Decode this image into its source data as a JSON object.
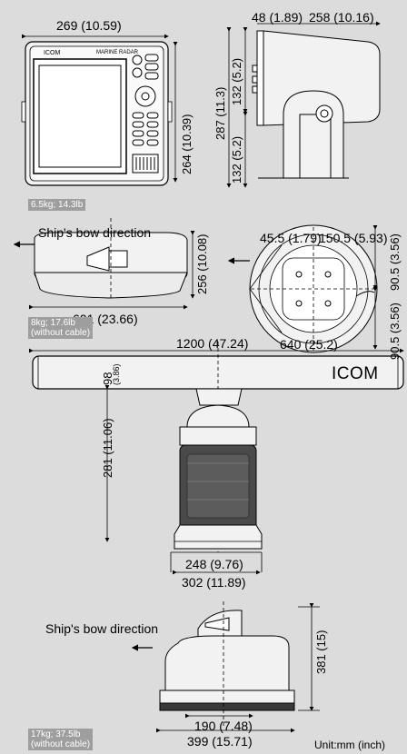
{
  "display_unit": {
    "width": "269 (10.59)",
    "depth_top": "48 (1.89)",
    "depth": "258 (10.16)",
    "height_front": "264 (10.39)",
    "height_total": "287 (11.3)",
    "bracket_top": "132 (5.2)",
    "bracket_bottom": "132 (5.2)",
    "logo": "ICOM",
    "brand_label": "MARINE RADAR",
    "weight": "6.5kg; 14.3lb"
  },
  "radome": {
    "bow_label": "Ship's bow direction",
    "width": "601 (23.66)",
    "height": "256 (10.08)",
    "offset_a": "45.5 (1.79)",
    "offset_b": "150.5 (5.93)",
    "side_a": "90.5 (3.56)",
    "side_b": "90.5 (3.56)",
    "diameter": "640 (25.2)",
    "weight_line1": "8kg; 17.6lb",
    "weight_line2": "(without cable)"
  },
  "open_array": {
    "length": "1200 (47.24)",
    "beam_height": "98",
    "beam_height_inch": "(3.86)",
    "pedestal_height": "281 (11.06)",
    "base_inner": "248 (9.76)",
    "base_outer": "302 (11.89)",
    "logo": "ICOM"
  },
  "pedestal_unit": {
    "bow_label": "Ship's bow direction",
    "height": "381 (15)",
    "base_inner": "190 (7.48)",
    "base_outer": "399 (15.71)",
    "weight_line1": "17kg; 37.5lb",
    "weight_line2": "(without cable)"
  },
  "unit_note": "Unit:mm (inch)"
}
